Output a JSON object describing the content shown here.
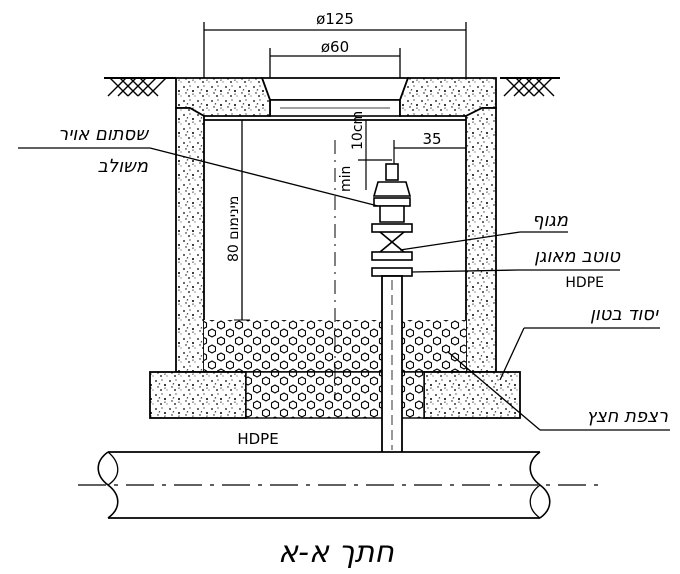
{
  "dimensions": {
    "outer_width": "ø125",
    "inner_width": "ø60",
    "clearance": "10cm",
    "min": "min",
    "offset": "35",
    "depth": "80 מינימום"
  },
  "labels": {
    "air_valve": "שסתום אויר",
    "air_valve_2": "משולב",
    "flange": "מגוף",
    "adapter": "טוטב מאוגן",
    "adapter_material": "HDPE",
    "concrete_base": "יסוד בטון",
    "gravel_floor": "רצפת חצץ",
    "pipe_material": "HDPE",
    "section_title": "חתך א-א"
  }
}
